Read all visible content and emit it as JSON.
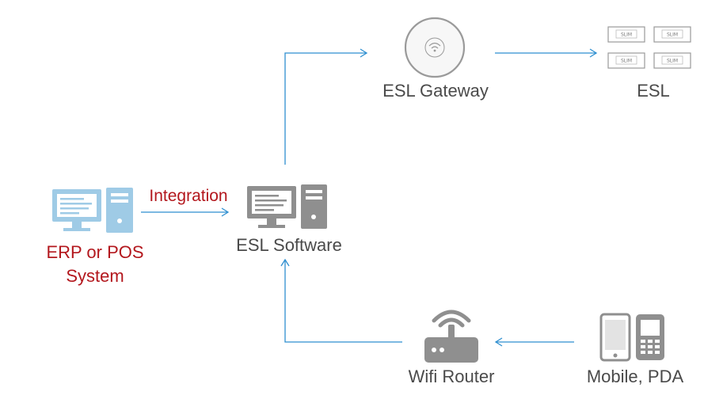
{
  "nodes": {
    "esl_gateway": "ESL Gateway",
    "esl": "ESL",
    "esl_software": "ESL Software",
    "erp_line1": "ERP or POS",
    "erp_line2": "System",
    "wifi_router": "Wifi Router",
    "mobile_pda": "Mobile, PDA"
  },
  "edges": {
    "integration": "Integration"
  },
  "esl_tag_text": "SLIM",
  "colors": {
    "arrow": "#2f8fd0",
    "light_blue": "#9fcbe6",
    "gray": "#8f8f8f",
    "red_label": "#b3171d"
  }
}
